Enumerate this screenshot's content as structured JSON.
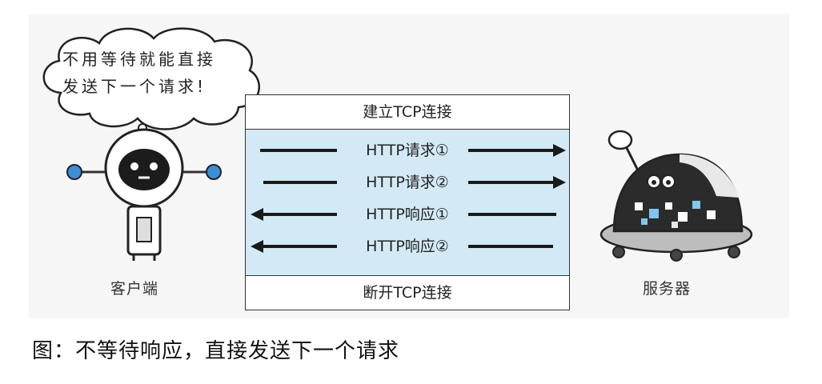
{
  "speech_bubble": {
    "line1": "不用等待就能直接",
    "line2": "发送下一个请求!"
  },
  "client_label": "客户端",
  "server_label": "服务器",
  "connection": {
    "open": "建立TCP连接",
    "close": "断开TCP连接",
    "messages": [
      {
        "text": "HTTP请求①",
        "direction": "right"
      },
      {
        "text": "HTTP请求②",
        "direction": "right"
      },
      {
        "text": "HTTP响应①",
        "direction": "left"
      },
      {
        "text": "HTTP响应②",
        "direction": "left"
      }
    ]
  },
  "caption": "图：不等待响应，直接发送下一个请求",
  "colors": {
    "panel_bg": "#f6f6f6",
    "flow_bg": "#d3eaf6",
    "robot_blue": "#3b8fd6",
    "server_body": "#2b2b2b"
  }
}
